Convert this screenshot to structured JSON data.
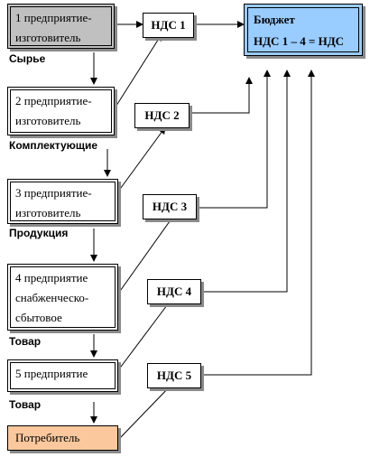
{
  "colors": {
    "first_box_fill": "#c0c0c0",
    "consumer_fill": "#fac89c",
    "budget_fill": "#99ccff"
  },
  "entities": [
    {
      "text": "1 предприятие-\nизготовитель"
    },
    {
      "text": "2 предприятие-\nизготовитель"
    },
    {
      "text": "3 предприятие-\nизготовитель"
    },
    {
      "text": "4 предприятие\nснабженческо-\nсбытовое"
    },
    {
      "text": "5 предприятие"
    },
    {
      "text": "Потребитель"
    }
  ],
  "flow_labels": [
    "Сырье",
    "Комплектующие",
    "Продукция",
    "Товар",
    "Товар"
  ],
  "vat_boxes": [
    "НДС 1",
    "НДС 2",
    "НДС 3",
    "НДС 4",
    "НДС 5"
  ],
  "budget": {
    "title": "Бюджет",
    "formula": "НДС 1 – 4 = НДС"
  }
}
